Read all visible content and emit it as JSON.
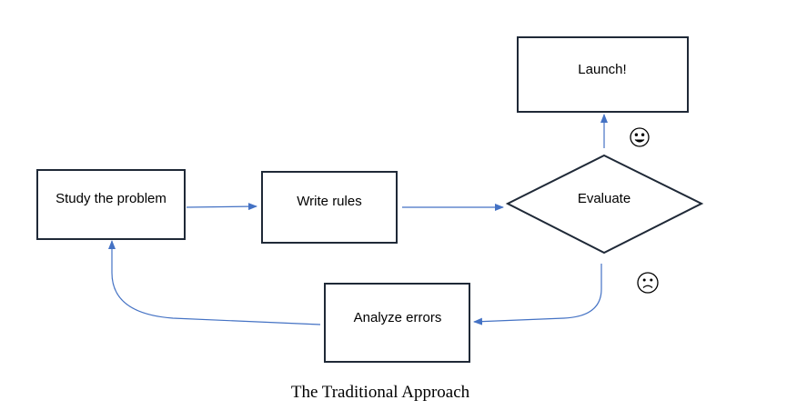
{
  "diagram": {
    "nodes": {
      "study": "Study the problem",
      "write": "Write rules",
      "evaluate": "Evaluate",
      "launch": "Launch!",
      "analyze": "Analyze errors"
    },
    "icons": {
      "happy": "smiling-face-icon",
      "sad": "frowning-face-icon"
    },
    "caption": "The Traditional Approach",
    "colors": {
      "box_border": "#1f2937",
      "arrow": "#4472c4",
      "text": "#000000"
    }
  }
}
